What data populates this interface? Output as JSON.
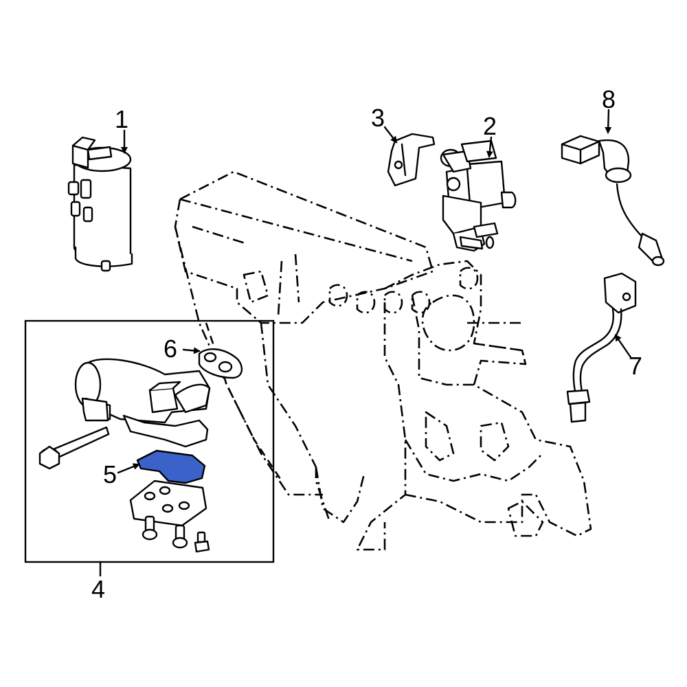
{
  "highlight_color": "#3a62c8",
  "callouts": [
    {
      "id": "1",
      "text": "1"
    },
    {
      "id": "2",
      "text": "2"
    },
    {
      "id": "3",
      "text": "3"
    },
    {
      "id": "4",
      "text": "4"
    },
    {
      "id": "5",
      "text": "5"
    },
    {
      "id": "6",
      "text": "6"
    },
    {
      "id": "7",
      "text": "7"
    },
    {
      "id": "8",
      "text": "8"
    }
  ]
}
